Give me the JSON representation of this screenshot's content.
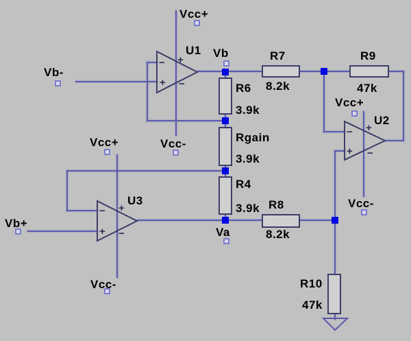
{
  "colors": {
    "background": "#c1c1c1",
    "wire": "#5b5bab",
    "component_outline": "#3d3d68",
    "junction": "#0008e0",
    "port_outline": "#7c7ccc",
    "text": "#000000"
  },
  "schematic": {
    "opamps": [
      {
        "ref": "U1"
      },
      {
        "ref": "U2"
      },
      {
        "ref": "U3"
      }
    ],
    "resistors": [
      {
        "ref": "R6",
        "value": "3.9k"
      },
      {
        "ref": "Rgain",
        "value": "3.9k"
      },
      {
        "ref": "R4",
        "value": "3.9k"
      },
      {
        "ref": "R7",
        "value": "8.2k"
      },
      {
        "ref": "R9",
        "value": "47k"
      },
      {
        "ref": "R8",
        "value": "8.2k"
      },
      {
        "ref": "R10",
        "value": "47k"
      }
    ],
    "net_labels": [
      {
        "label": "Vcc+"
      },
      {
        "label": "Vb"
      },
      {
        "label": "Vb-"
      },
      {
        "label": "Vcc-"
      },
      {
        "label": "Vcc+"
      },
      {
        "label": "Vb+"
      },
      {
        "label": "Va"
      },
      {
        "label": "Vcc-"
      },
      {
        "label": "Vcc+"
      },
      {
        "label": "Vcc-"
      }
    ],
    "pin_markers": {
      "plus": "+",
      "minus": "−"
    }
  }
}
